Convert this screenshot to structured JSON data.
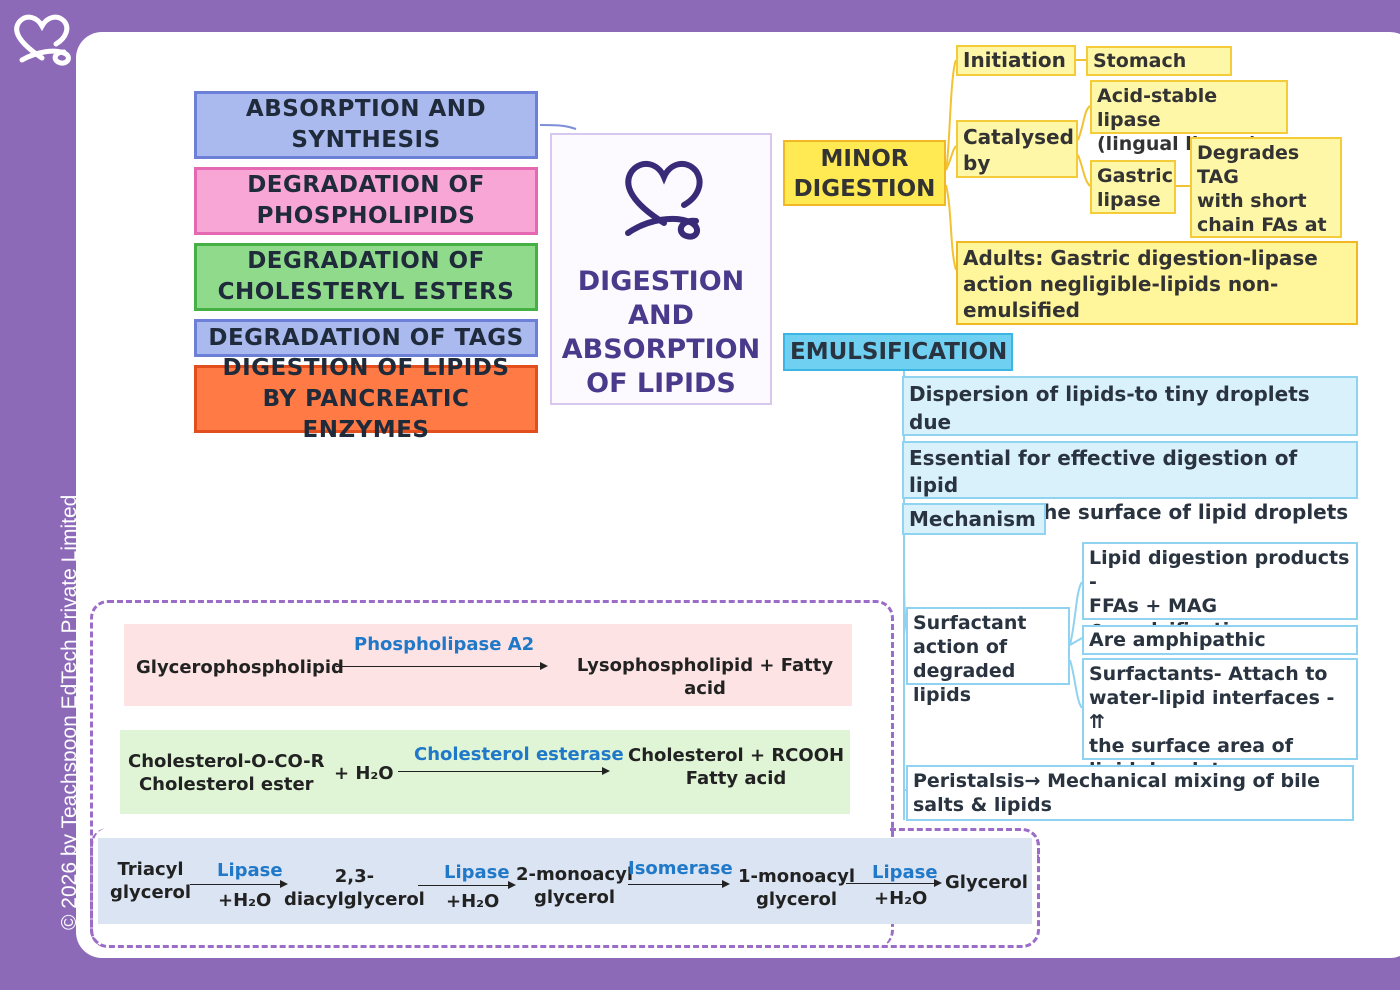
{
  "copyright": "© 2026 by Teachspoon EdTech Private Limited",
  "center_title": "DIGESTION\nAND\nABSORPTION\nOF LIPIDS",
  "topics": [
    "ABSORPTION AND SYNTHESIS",
    "DEGRADATION OF PHOSPHOLIPIDS",
    "DEGRADATION OF CHOLESTERYL ESTERS",
    "DEGRADATION OF TAGS",
    "DIGESTION OF LIPIDS BY PANCREATIC ENZYMES"
  ],
  "minor_digestion": {
    "title": "MINOR\nDIGESTION",
    "initiation": "Initiation",
    "stomach": "Stomach",
    "catalysed_by": "Catalysed\nby",
    "acid_stable": "Acid-stable lipase\n(lingual lipase)",
    "gastric_lipase": "Gastric\nlipase",
    "degrades_tag": "Degrades TAG\nwith short\nchain FAs at\nneutral pH",
    "adults": "Adults: Gastric digestion-lipase\naction negligible-lipids non-\nemulsified"
  },
  "emulsification": {
    "title": "EMULSIFICATION",
    "dispersion": "Dispersion of lipids-to tiny droplets due\nto ⇊ in surface tension - bile salts ⊕",
    "essential": "Essential for effective digestion of lipid\n- Es act on the surface of lipid droplets",
    "mechanism": "Mechanism",
    "surfactant": "Surfactant\naction of\ndegraded lipids",
    "products": "Lipid digestion products -\nFFAs + MAG\n⊕emulsification",
    "amphipathic": "Are amphipathic",
    "surfactants_attach": "Surfactants- Attach to\nwater-lipid interfaces - ⇈\nthe surface area of\nlipid droplets",
    "peristalsis": "Peristalsis→ Mechanical mixing of bile\nsalts & lipids"
  },
  "reactions": {
    "r1": {
      "substrate": "Glycerophospholipid",
      "enzyme": "Phospholipase A2",
      "product": "Lysophospholipid + Fatty acid"
    },
    "r2": {
      "substrate": "Cholesterol-O-CO-R\nCholesterol ester",
      "water": "+ H₂O",
      "enzyme": "Cholesterol esterase",
      "product": "Cholesterol + RCOOH\nFatty acid"
    },
    "r3": {
      "s1": "Triacyl\nglycerol",
      "e1": "Lipase",
      "w1": "+H₂O",
      "s2": "2,3-\ndiacylglycerol",
      "e2": "Lipase",
      "w2": "+H₂O",
      "s3": "2-monoacyl\nglycerol",
      "e3": "Isomerase",
      "s4": "1-monoacyl\nglycerol",
      "e4": "Lipase",
      "w4": "+H₂O",
      "s5": "Glycerol"
    }
  },
  "colors": {
    "background": "#8d6ab8",
    "topic_blue": "#aab9ee",
    "topic_pink": "#f7a6d6",
    "topic_green": "#8fdb8b",
    "topic_orange": "#ff7a45",
    "yellow": "#ffea54",
    "cyan": "#6fd0f2",
    "enzyme_text": "#1f78c8"
  }
}
